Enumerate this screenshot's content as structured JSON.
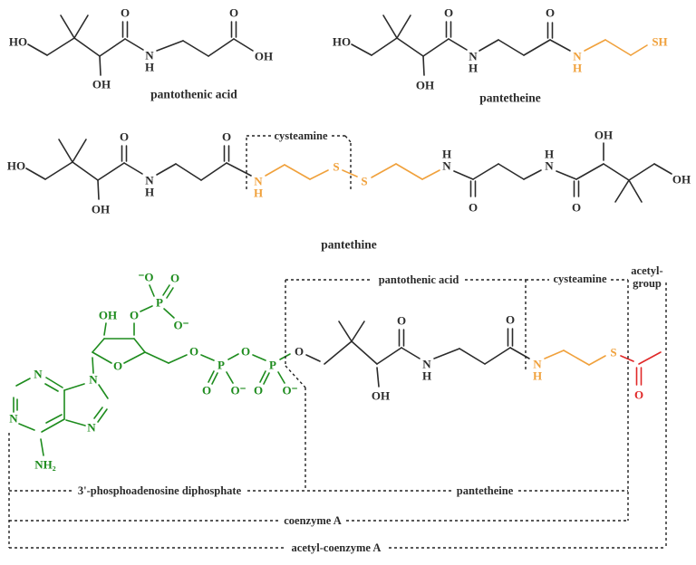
{
  "figure": {
    "type": "chemical structure diagram",
    "structures_shown": [
      "pantothenic acid",
      "pantetheine",
      "pantethine",
      "acetyl-coenzyme A"
    ]
  },
  "colors": {
    "skeleton": "#2b2b2b",
    "cysteamine": "#f0a13c",
    "adenosine": "#1e8c1e",
    "acetyl": "#e02828"
  },
  "atoms": {
    "HO": "HO",
    "OH": "OH",
    "O": "O",
    "N": "N",
    "H": "H",
    "S": "S",
    "SH": "SH",
    "P": "P",
    "NH2": "NH₂",
    "O_minus": "O⁻",
    "minus_O": "⁻O"
  },
  "labels": {
    "pantothenic_acid": "pantothenic acid",
    "pantetheine": "pantetheine",
    "pantethine": "pantethine",
    "cysteamine": "cysteamine",
    "acetyl_group_1": "acetyl-",
    "acetyl_group_2": "group",
    "phosphoadenosine": "3'-phosphoadenosine diphosphate",
    "coenzyme_a": "coenzyme A",
    "acetyl_coenzyme_a": "acetyl-coenzyme A"
  }
}
